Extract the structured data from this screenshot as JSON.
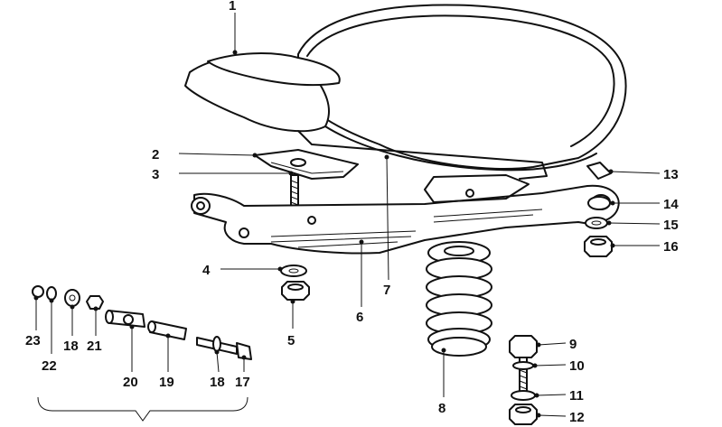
{
  "callouts": {
    "c1": "1",
    "c2": "2",
    "c3": "3",
    "c4": "4",
    "c5": "5",
    "c6": "6",
    "c7": "7",
    "c8": "8",
    "c9": "9",
    "c10": "10",
    "c11": "11",
    "c12": "12",
    "c13": "13",
    "c14": "14",
    "c15": "15",
    "c16": "16",
    "c17": "17",
    "c18a": "18",
    "c18b": "18",
    "c19": "19",
    "c20": "20",
    "c21": "21",
    "c22": "22",
    "c23": "23"
  },
  "colors": {
    "ink": "#111111",
    "paper": "#ffffff"
  }
}
